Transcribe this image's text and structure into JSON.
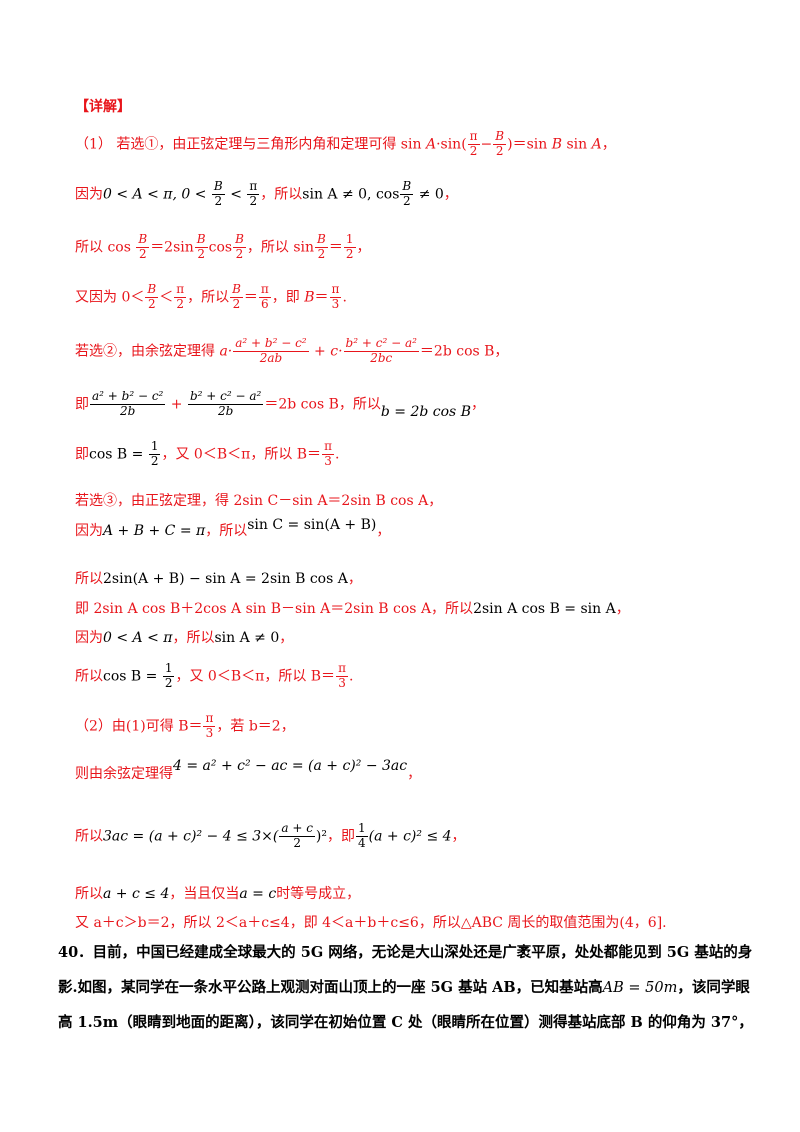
{
  "heading": "【详解】",
  "l1": {
    "t1": "（1） 若选①，由正弦定理与三角形内角和定理可得 sin ",
    "A": "A",
    "dot": "·sin(",
    "pi": "π",
    "two": "2",
    "minus": "−",
    "B": "B",
    "t2": ")＝sin ",
    "t3": " sin ",
    "t4": "，"
  },
  "l2": {
    "t1": "因为",
    "m1": "0 < A < π, 0 < ",
    "B": "B",
    "two": "2",
    "lt": " < ",
    "pi": "π",
    "t2": "，所以",
    "m2": "sin A ≠ 0, cos",
    "m3": " ≠ 0",
    "t3": "，"
  },
  "l3": {
    "t1": "所以 cos ",
    "t2": "＝2sin",
    "t3": "cos",
    "t4": "，所以 sin",
    "eq": "＝",
    "one": "1",
    "t5": "，"
  },
  "l4": {
    "t1": "又因为 0＜",
    "lt": "＜",
    "t2": "，所以",
    "eq": "＝",
    "six": "6",
    "t3": "，即 ",
    "t4": "＝",
    "three": "3",
    "t5": "."
  },
  "l5": {
    "t1": "若选②，由余弦定理得 ",
    "a": "a·",
    "n1": "a² + b² − c²",
    "d1": "2ab",
    "plus": " + ",
    "c": "c·",
    "n2": "b² + c² − a²",
    "d2": "2bc",
    "t2": "＝2b  cos  B，"
  },
  "l6": {
    "t1": "即",
    "n1": "a² + b² − c²",
    "d1": "2b",
    "plus": " + ",
    "n2": "b² + c² − a²",
    "t2": "＝2b  cos  B，所以",
    "m1": "b = 2b cos B",
    "t3": "，"
  },
  "l7": {
    "t1": "即",
    "m1": "cos B = ",
    "one": "1",
    "t2": "，又 0＜B＜π，所以 B＝",
    "pi": "π",
    "three": "3",
    "t3": "."
  },
  "l8": {
    "t1": "若选③，由正弦定理，得 2sin  C－sin  A＝2sin  B  cos  A，"
  },
  "l9": {
    "t1": "因为",
    "m1": "A + B + C = π",
    "t2": "，所以",
    "m2": "sin C = sin(A + B)",
    "t3": "，"
  },
  "l10": {
    "t1": "所以",
    "m1": "2sin(A + B) − sin A = 2sin B cos A",
    "t2": "，"
  },
  "l11": {
    "t1": "即 2sin  A  cos  B＋2cos  A  sin  B－sin  A＝2sin  B  cos  A，所以",
    "m1": "2sin A cos B = sin A",
    "t2": "，"
  },
  "l12": {
    "t1": "因为",
    "m1": "0 < A < π",
    "t2": "，所以",
    "m2": "sin A ≠ 0",
    "t3": "，"
  },
  "l13": {
    "t1": "所以",
    "m1": "cos B = ",
    "t2": "，又 0＜B＜π，所以 B＝",
    "t3": "."
  },
  "l14": {
    "t1": "（2）由(1)可得 B＝",
    "t2": "，若 b＝2，"
  },
  "l15": {
    "t1": "则由余弦定理得",
    "m1": "4 = a² + c² − ac = (a + c)² − 3ac",
    "t2": "，"
  },
  "l16": {
    "t1": "所以",
    "m1": "3ac = (a + c)² − 4 ≤ 3×(",
    "n": "a + c",
    "d": "2",
    "m2": ")²",
    "t2": "，即",
    "four": "4",
    "m3": "(a + c)² ≤ 4",
    "t3": "，"
  },
  "l17": {
    "t1": "所以",
    "m1": "a + c ≤ 4",
    "t2": "，当且仅当",
    "m2": "a = c",
    "t3": "时等号成立，"
  },
  "l18": {
    "t1": "又 a＋c＞b＝2，所以 2＜a＋c≤4，即 4＜a＋b＋c≤6，所以△ABC 周长的取值范围为(4，6]."
  },
  "q40": {
    "line1": "40．目前，中国已经建成全球最大的 5G 网络，无论是大山深处还是广袤平原，处处都能见到 5G 基站的身",
    "line2a": "影.如图，某同学在一条水平公路上观测对面山顶上的一座 5G 基站 AB，已知基站高",
    "line2m": "AB = 50m",
    "line2b": "，该同学眼",
    "line3": "高 1.5m（眼睛到地面的距离），该同学在初始位置 C 处（眼睛所在位置）测得基站底部 B 的仰角为 37°，"
  }
}
